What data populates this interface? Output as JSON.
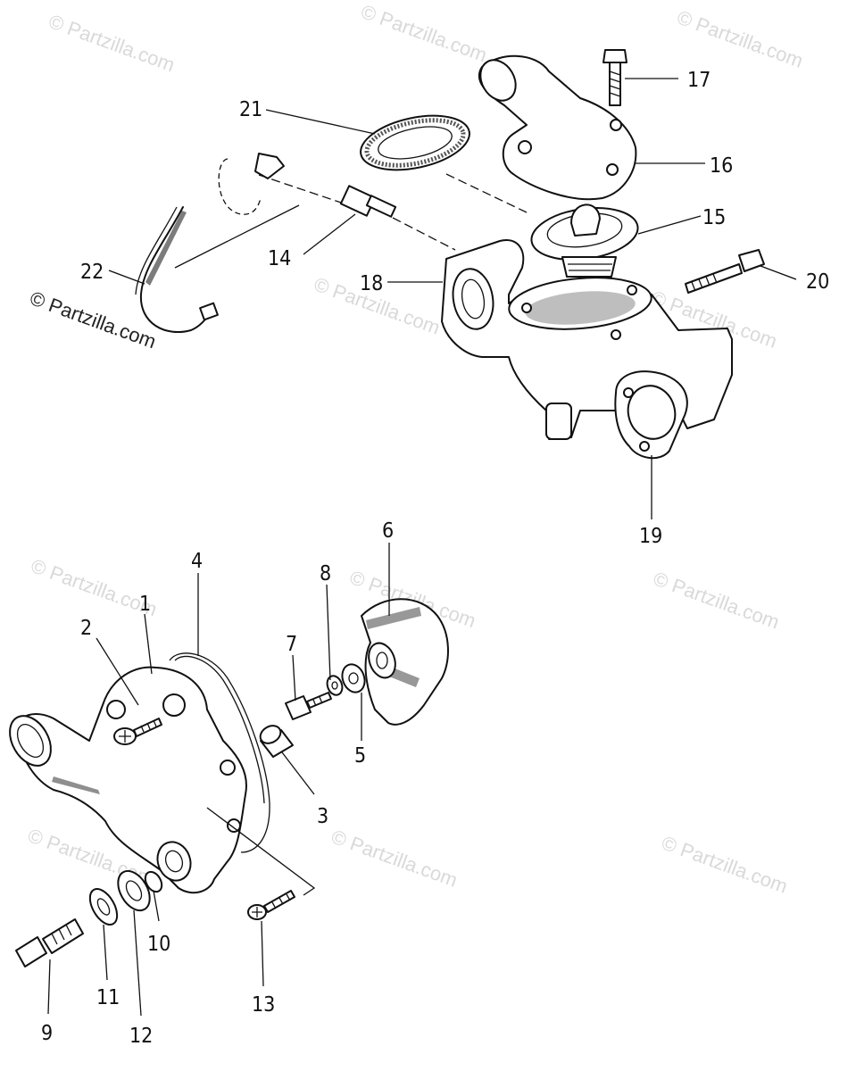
{
  "watermark": {
    "text": "© Partzilla.com"
  },
  "callouts": {
    "c1": "1",
    "c2": "2",
    "c3": "3",
    "c4": "4",
    "c5": "5",
    "c6": "6",
    "c7": "7",
    "c8": "8",
    "c9": "9",
    "c10": "10",
    "c11": "11",
    "c12": "12",
    "c13": "13",
    "c14": "14",
    "c15": "15",
    "c16": "16",
    "c17": "17",
    "c18": "18",
    "c19": "19",
    "c20": "20",
    "c21": "21",
    "c22": "22"
  }
}
